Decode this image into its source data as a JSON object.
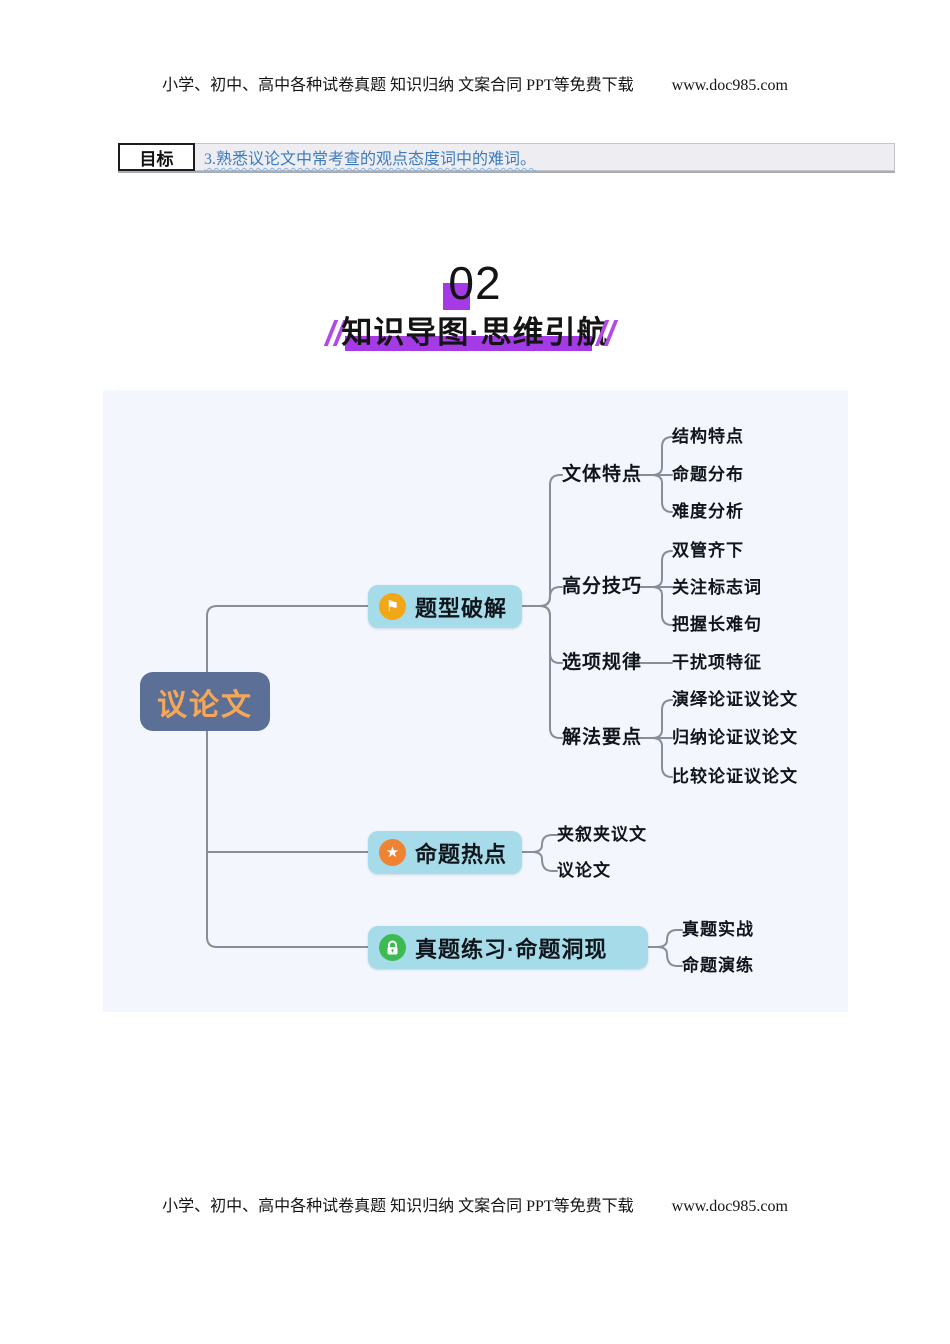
{
  "header": {
    "text": "小学、初中、高中各种试卷真题  知识归纳  文案合同  PPT等免费下载",
    "site": "www.doc985.com"
  },
  "footer": {
    "text": "小学、初中、高中各种试卷真题  知识归纳  文案合同  PPT等免费下载",
    "site": "www.doc985.com"
  },
  "goal": {
    "label": "目标",
    "text": "3.熟悉议论文中常考查的观点态度词中的难词。"
  },
  "section": {
    "number": "02",
    "title": "知识导图·思维引航"
  },
  "mindmap": {
    "root": "议论文",
    "branches": [
      {
        "label": "题型破解",
        "icon": "flag-icon",
        "icon_glyph": "⚑",
        "children": [
          {
            "label": "文体特点",
            "children": [
              "结构特点",
              "命题分布",
              "难度分析"
            ]
          },
          {
            "label": "高分技巧",
            "children": [
              "双管齐下",
              "关注标志词",
              "把握长难句"
            ]
          },
          {
            "label": "选项规律",
            "children": [
              "干扰项特征"
            ]
          },
          {
            "label": "解法要点",
            "children": [
              "演绎论证议论文",
              "归纳论证议论文",
              "比较论证议论文"
            ]
          }
        ]
      },
      {
        "label": "命题热点",
        "icon": "star-icon",
        "icon_glyph": "★",
        "children": [
          {
            "label": "夹叙夹议文"
          },
          {
            "label": "议论文"
          }
        ]
      },
      {
        "label": "真题练习·命题洞现",
        "icon": "lock-icon",
        "children": [
          {
            "label": "真题实战"
          },
          {
            "label": "命题演练"
          }
        ]
      }
    ]
  },
  "colors": {
    "accent_purple": "#a43be6",
    "canvas_bg": "#f3f7fd",
    "root_bg": "#5c6f96",
    "root_text": "#f5a657",
    "branch_bg": "#a6dbe9",
    "connector_line": "#878e99",
    "goal_text": "#3b7cc0",
    "flag_icon_bg": "#f2a716",
    "star_icon_bg": "#f08233",
    "lock_icon_bg": "#3dbb52"
  }
}
